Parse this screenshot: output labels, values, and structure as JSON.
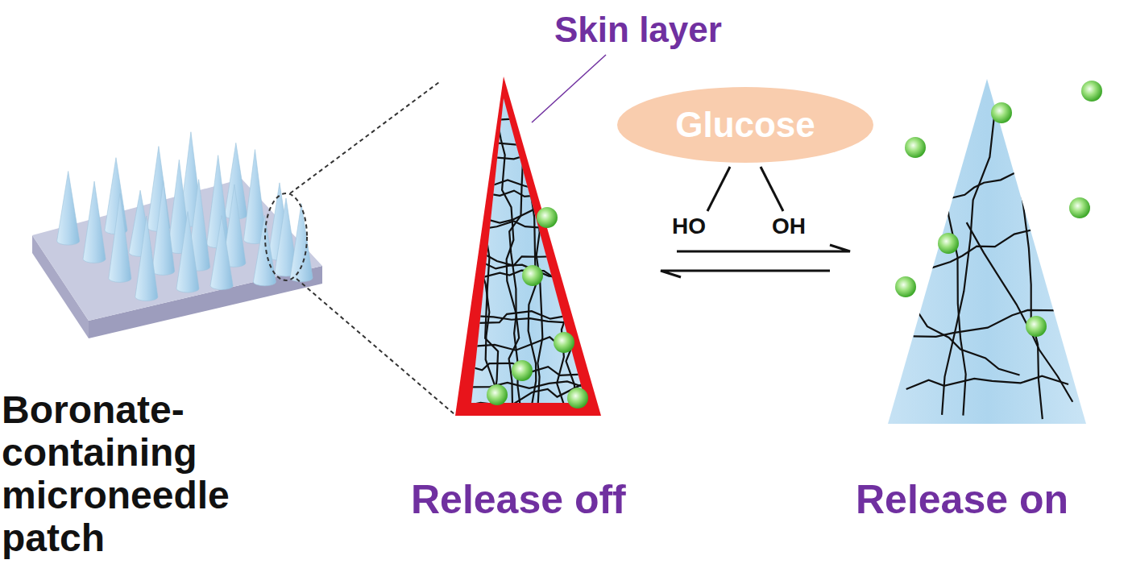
{
  "diagram": {
    "nodes": [
      {
        "text": [
          "Glucose"
        ]
      }
    ],
    "labels": [
      "Skin layer",
      "HO",
      "OH",
      "Boronate-containing microneedle patch",
      "Release off",
      "Release on"
    ]
  }
}
